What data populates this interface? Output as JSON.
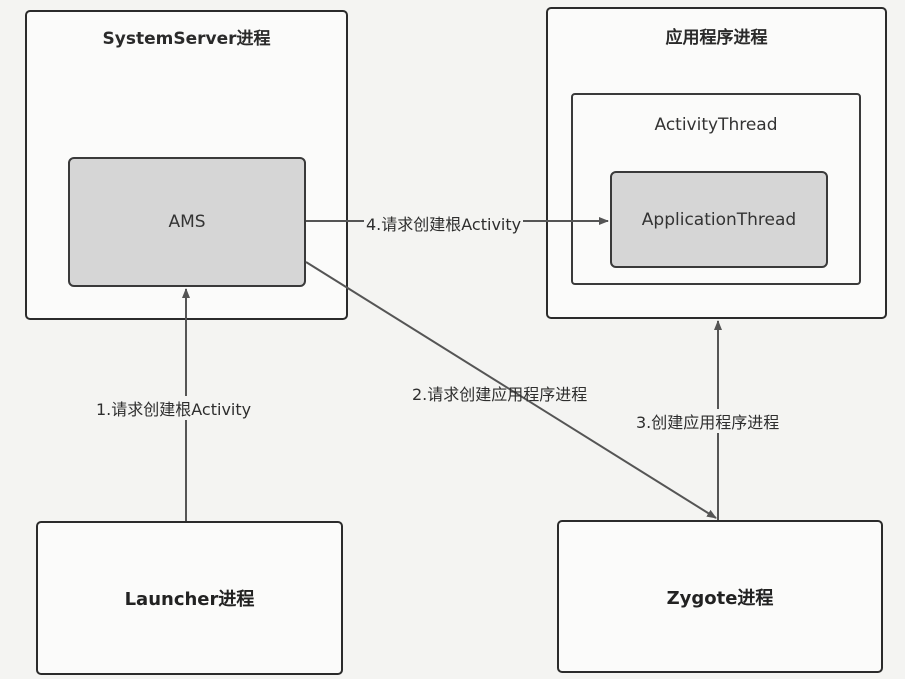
{
  "nodes": {
    "system_server": {
      "label": "SystemServer进程"
    },
    "ams": {
      "label": "AMS"
    },
    "app_process": {
      "label": "应用程序进程"
    },
    "activity_thread": {
      "label": "ActivityThread"
    },
    "application_thread": {
      "label": "ApplicationThread"
    },
    "launcher": {
      "label": "Launcher进程"
    },
    "zygote": {
      "label": "Zygote进程"
    }
  },
  "edges": {
    "e1": {
      "label": "1.请求创建根Activity"
    },
    "e2": {
      "label": "2.请求创建应用程序进程"
    },
    "e3": {
      "label": "3.创建应用程序进程"
    },
    "e4": {
      "label": "4.请求创建根Activity"
    }
  }
}
